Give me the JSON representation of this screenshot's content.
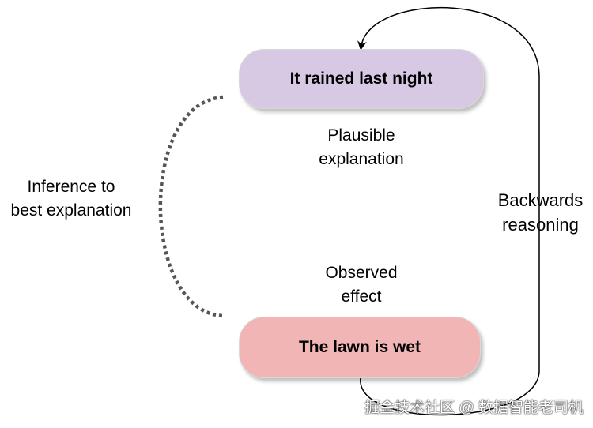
{
  "nodes": {
    "cause": {
      "label": "It rained last night",
      "color": "#d7c9e3"
    },
    "effect": {
      "label": "The lawn is wet",
      "color": "#f2b5b5"
    }
  },
  "labels": {
    "plausible": [
      "Plausible",
      "explanation"
    ],
    "observed": [
      "Observed",
      "effect"
    ],
    "inference": [
      "Inference to",
      "best explanation"
    ],
    "backwards": [
      "Backwards",
      "reasoning"
    ]
  },
  "watermark": "掘金技术社区 @ 数据智能老司机",
  "colors": {
    "dotted_arc": "#555555",
    "arrow": "#000000"
  }
}
